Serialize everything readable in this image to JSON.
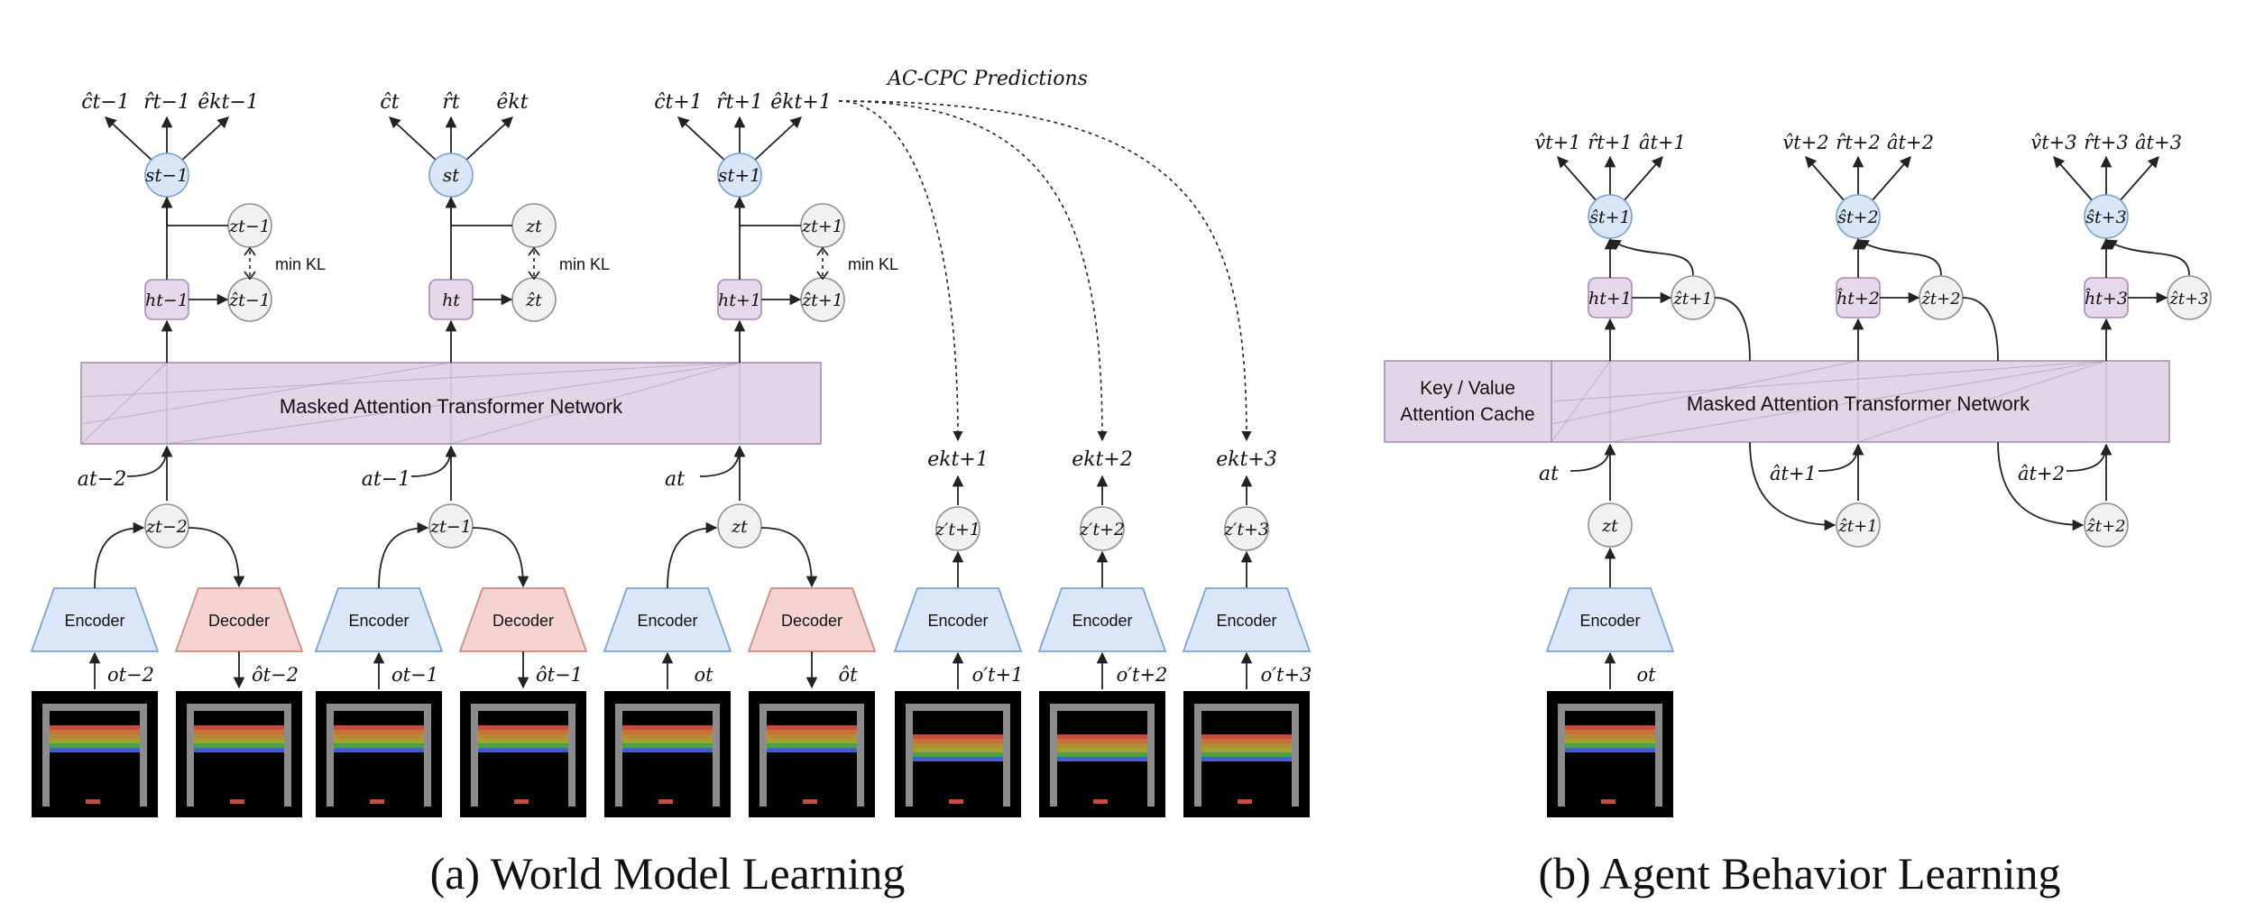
{
  "title_predictions": "AC-CPC Predictions",
  "caption_a": "(a) World Model Learning",
  "caption_b": "(b) Agent Behavior Learning",
  "transformer_label": "Masked Attention Transformer Network",
  "kv_cache_label_1": "Key / Value",
  "kv_cache_label_2": "Attention Cache",
  "min_kl": "min KL",
  "encoder": "Encoder",
  "decoder": "Decoder",
  "world_model_steps": [
    {
      "c": "ĉt−1",
      "r": "r̂t−1",
      "e": "êkt−1",
      "s": "st−1",
      "z": "zt−1",
      "h": "ht−1",
      "zh": "ẑt−1",
      "a": "at−2",
      "zin": "zt−2",
      "o": "ot−2",
      "ohat": "ôt−2"
    },
    {
      "c": "ĉt",
      "r": "r̂t",
      "e": "êkt",
      "s": "st",
      "z": "zt",
      "h": "ht",
      "zh": "ẑt",
      "a": "at−1",
      "zin": "zt−1",
      "o": "ot−1",
      "ohat": "ôt−1"
    },
    {
      "c": "ĉt+1",
      "r": "r̂t+1",
      "e": "êkt+1",
      "s": "st+1",
      "z": "zt+1",
      "h": "ht+1",
      "zh": "ẑt+1",
      "a": "at",
      "zin": "zt",
      "o": "ot",
      "ohat": "ôt"
    }
  ],
  "cpc_targets": [
    {
      "e": "ekt+1",
      "z": "z′t+1",
      "o": "o′t+1"
    },
    {
      "e": "ekt+2",
      "z": "z′t+2",
      "o": "o′t+2"
    },
    {
      "e": "ekt+3",
      "z": "z′t+3",
      "o": "o′t+3"
    }
  ],
  "behavior_steps": [
    {
      "v": "v̂t+1",
      "r": "r̂t+1",
      "a": "ât+1",
      "s": "ŝt+1",
      "h": "ht+1",
      "z": "ẑt+1"
    },
    {
      "v": "v̂t+2",
      "r": "r̂t+2",
      "a": "ât+2",
      "s": "ŝt+2",
      "h": "ĥt+2",
      "z": "ẑt+2"
    },
    {
      "v": "v̂t+3",
      "r": "r̂t+3",
      "a": "ât+3",
      "s": "ŝt+3",
      "h": "ĥt+3",
      "z": "ẑt+3"
    }
  ],
  "behavior_inputs": {
    "a0": "at",
    "z0": "zt",
    "o0": "ot",
    "a1": "ât+1",
    "z1": "ẑt+1",
    "a2": "ât+2",
    "z2": "ẑt+2"
  },
  "colors": {
    "state": "#d8e6f7",
    "hidden": "#e6d7ea",
    "encoder": "#dbe7f8",
    "decoder": "#f5d3d0",
    "transformer": "#e3d4e8"
  }
}
